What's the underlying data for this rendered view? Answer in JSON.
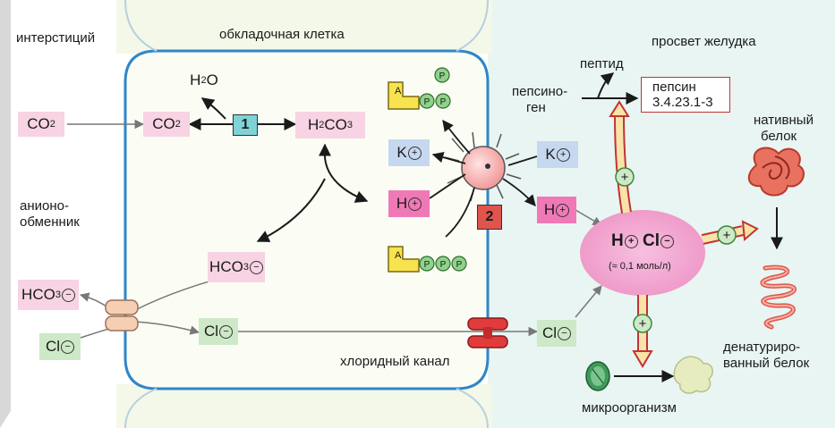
{
  "labels": {
    "interstitium": "интерстиций",
    "parietal_cell": "обкладочная клетка",
    "stomach_lumen": "просвет желудка",
    "peptide": "пептид",
    "pepsinogen_line1": "пепсино-",
    "pepsinogen_line2": "ген",
    "pepsin_name": "пепсин",
    "pepsin_ec": "3.4.23.1-3",
    "native_protein_line1": "нативный",
    "native_protein_line2": "белок",
    "anion_exchanger_line1": "анионо-",
    "anion_exchanger_line2": "обменник",
    "chloride_channel": "хлоридный канал",
    "denatured_protein_line1": "денатуриро-",
    "denatured_protein_line2": "ванный белок",
    "microorganism": "микроорганизм",
    "concentration": "(≈ 0,1 моль/л)"
  },
  "species": {
    "water": "H",
    "water_sub": "2",
    "water_o": "O",
    "co2_c": "CO",
    "co2_sub": "2",
    "h2co3_a": "H",
    "h2co3_b": "2",
    "h2co3_c": "CO",
    "h2co3_d": "3",
    "hco3": "HCO",
    "hco3_sub": "3",
    "h_ion": "H",
    "k_ion": "K",
    "cl_ion": "Cl",
    "hcl_h": "H",
    "hcl_cl": "Cl",
    "plus": "+",
    "minus": "−",
    "enzyme_1": "1",
    "enzyme_2": "2",
    "phosphate": "P",
    "adenosine_letter": "A"
  },
  "colors": {
    "cell_border": "#2f86c8",
    "pink_box": "#f7d3e3",
    "blue_box": "#c6d8ef",
    "green_box": "#cde9c8",
    "enzyme1": "#7fd3d6",
    "enzyme2": "#e0544e",
    "lumen_bg": "#e6f4f2",
    "hcl_blob": "#f2a8cf",
    "protein_red": "#e0554a"
  }
}
